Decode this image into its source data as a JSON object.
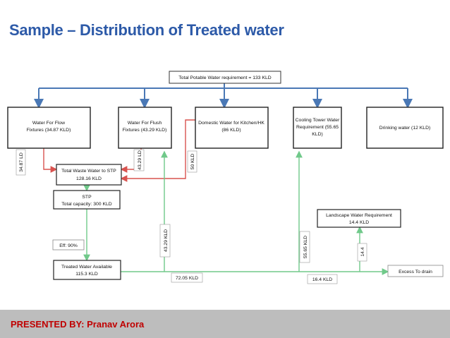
{
  "title": "Sample – Distribution of Treated water",
  "footer": {
    "text": "PRESENTED BY: Pranav Arora"
  },
  "colors": {
    "title": "#2d5aa8",
    "footer_bg": "#bdbdbd",
    "footer_text": "#c00000",
    "blue_arrow": "#4a78b5",
    "red_arrow": "#d9534f",
    "green_arrow": "#70c98a"
  },
  "diagram": {
    "total_requirement": "Total Potable Water requirement = 133 KLD",
    "boxes": {
      "flow_line1": "Water For Flow",
      "flow_line2": "Fixtures (34.87 KLD)",
      "flush_line1": "Water For Flush",
      "flush_line2": "Fixtures (43.29 KLD)",
      "domestic_line1": "Domestic Water for Kitchen/HK",
      "domestic_line2": "(86 KLD)",
      "cooling_line1": "Cooling Tower Water",
      "cooling_line2": "Requirement (55.65",
      "cooling_line3": "KLD)",
      "drinking": "Drinking water (12 KLD)",
      "waste_line1": "Total Waste Water to STP",
      "waste_line2": "128.16 KLD",
      "stp_line1": "STP",
      "stp_line2": "Total capacity: 300 KLD",
      "treated_line1": "Treated Water Available",
      "treated_line2": "115.3 KLD",
      "landscape_line1": "Landscape Water Requirement",
      "landscape_line2": "14.4 KLD",
      "efficiency": "Eff: 90%",
      "excess": "Excess To drain"
    },
    "vertical_labels": {
      "flow_out": "34.87 LD",
      "flush_out": "43.29 LD",
      "domestic_out": "50 KLD",
      "to_flush": "43.29 KLD",
      "to_cooling": "55.65 KLD",
      "to_landscape": "14.4"
    },
    "flow_labels": {
      "after_flush": "72.05 KLD",
      "after_cooling": "16.4 KLD"
    }
  }
}
